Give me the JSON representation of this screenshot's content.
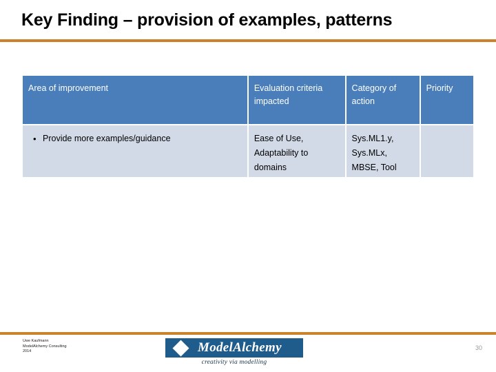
{
  "slide": {
    "title": "Key Finding – provision of examples, patterns",
    "page_number": "30",
    "accent_rule_color": "#C8832C",
    "header_fill": "#4A7EBB",
    "body_fill": "#D3DAE7"
  },
  "table": {
    "headers": [
      {
        "label": "Area of improvement"
      },
      {
        "label": "Evaluation criteria impacted"
      },
      {
        "label": "Category of action"
      },
      {
        "label": "Priority"
      }
    ],
    "rows": [
      {
        "area_bullet": "•",
        "area": "Provide more examples/guidance",
        "criteria_lines": [
          "Ease of Use,",
          "Adaptability to",
          "domains"
        ],
        "category_lines": [
          "Sys.ML1.y,",
          "Sys.MLx,",
          "MBSE, Tool"
        ],
        "priority": ""
      }
    ]
  },
  "footer": {
    "credit_lines": [
      "Uwe Kaufmann",
      "ModelAlchemy Consulting",
      "2014"
    ],
    "logo": {
      "name": "ModelAlchemy",
      "tagline": "creativity via modelling",
      "bar_color": "#1F5C8B"
    }
  }
}
